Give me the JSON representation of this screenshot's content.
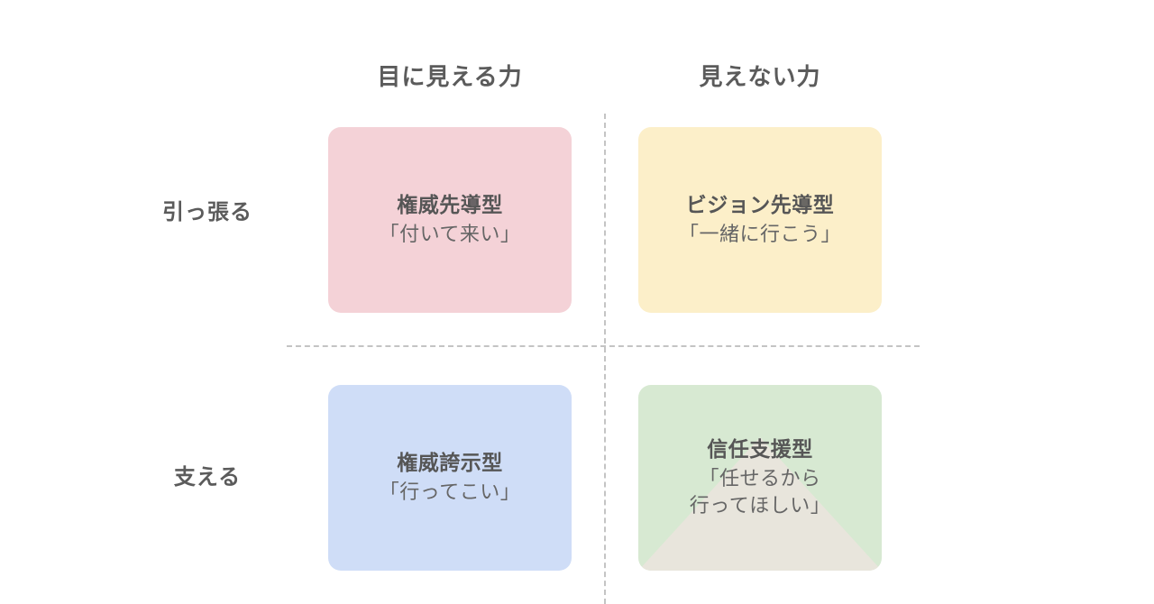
{
  "diagram": {
    "type": "2x2-matrix",
    "background_color": "#ffffff",
    "column_headers": [
      {
        "label": "目に見える力"
      },
      {
        "label": "見えない力"
      }
    ],
    "row_labels": [
      {
        "label": "引っ張る"
      },
      {
        "label": "支える"
      }
    ],
    "quadrants": [
      {
        "id": "authority-leading",
        "row": "引っ張る",
        "column": "目に見える力",
        "title": "権威先導型",
        "quote_lines": [
          "「付いて来い」"
        ],
        "color": "#F4D2D7",
        "overlay": "none"
      },
      {
        "id": "vision-leading",
        "row": "引っ張る",
        "column": "見えない力",
        "title": "ビジョン先導型",
        "quote_lines": [
          "「一緒に行こう」"
        ],
        "color": "#FCEFC9",
        "overlay": "none"
      },
      {
        "id": "authority-display",
        "row": "支える",
        "column": "目に見える力",
        "title": "権威誇示型",
        "quote_lines": [
          "「行ってこい」"
        ],
        "color": "#CFDDF7",
        "overlay": "none"
      },
      {
        "id": "trust-support",
        "row": "支える",
        "column": "見えない力",
        "title": "信任支援型",
        "quote_lines": [
          "「任せるから",
          "行ってほしい」"
        ],
        "color": "#D7E9D2",
        "overlay": "mountain-triangle",
        "overlay_color": "#E8E5DC"
      }
    ],
    "dividers": {
      "vertical_color": "#c4c4c4",
      "horizontal_color": "#c4c4c4",
      "style": "dashed"
    },
    "text_colors": {
      "header": "#5b5b5b",
      "title": "#565656",
      "quote": "#666666"
    }
  }
}
